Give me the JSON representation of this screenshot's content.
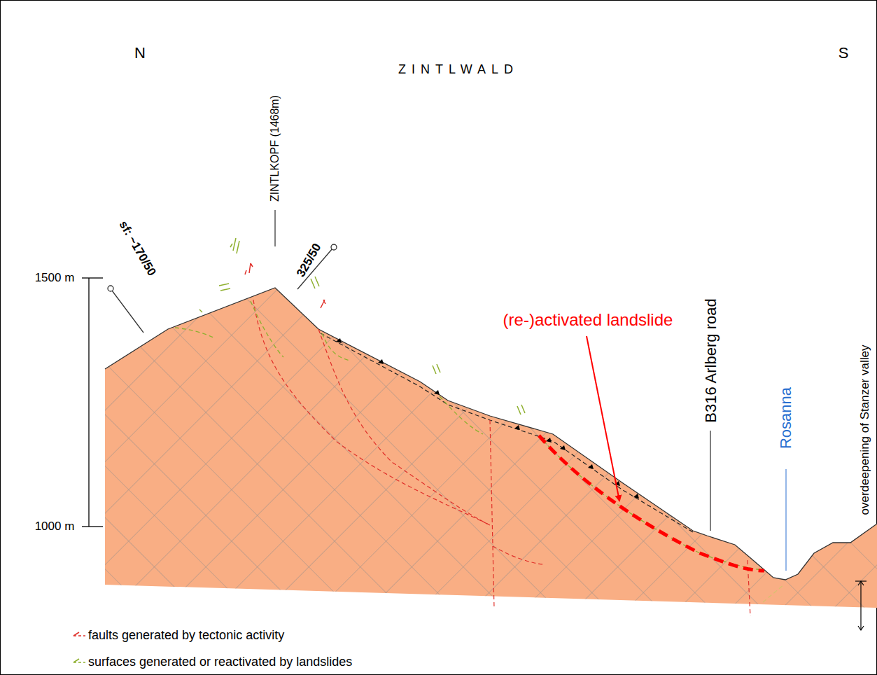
{
  "diagram": {
    "labels": [
      "N",
      "S",
      "ZINTLWALD",
      "ZINTLKOPF (1468m)",
      "1500 m",
      "1000 m",
      "sf: ~170/50",
      "325/50",
      "(re-)activated landslide",
      "B316 Arlberg road",
      "Rosanna",
      "overdeepening of Stanzer valley"
    ],
    "legend": [
      {
        "text": "faults generated by tectonic activity"
      },
      {
        "text": "surfaces generated or reactivated by landslides"
      }
    ]
  }
}
